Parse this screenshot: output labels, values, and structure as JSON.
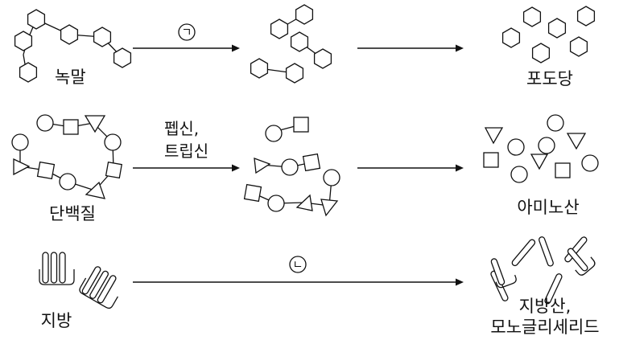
{
  "rows": [
    {
      "substrate": "녹말",
      "enzyme_mark": "ㄱ",
      "enzyme_lines": [],
      "product_lines": [
        "포도당"
      ]
    },
    {
      "substrate": "단백질",
      "enzyme_mark": "",
      "enzyme_lines": [
        "펩신,",
        "트립신"
      ],
      "product_lines": [
        "아미노산"
      ]
    },
    {
      "substrate": "지방",
      "enzyme_mark": "ㄴ",
      "enzyme_lines": [],
      "product_lines": [
        "지방산,",
        "모노글리세리드"
      ]
    }
  ]
}
